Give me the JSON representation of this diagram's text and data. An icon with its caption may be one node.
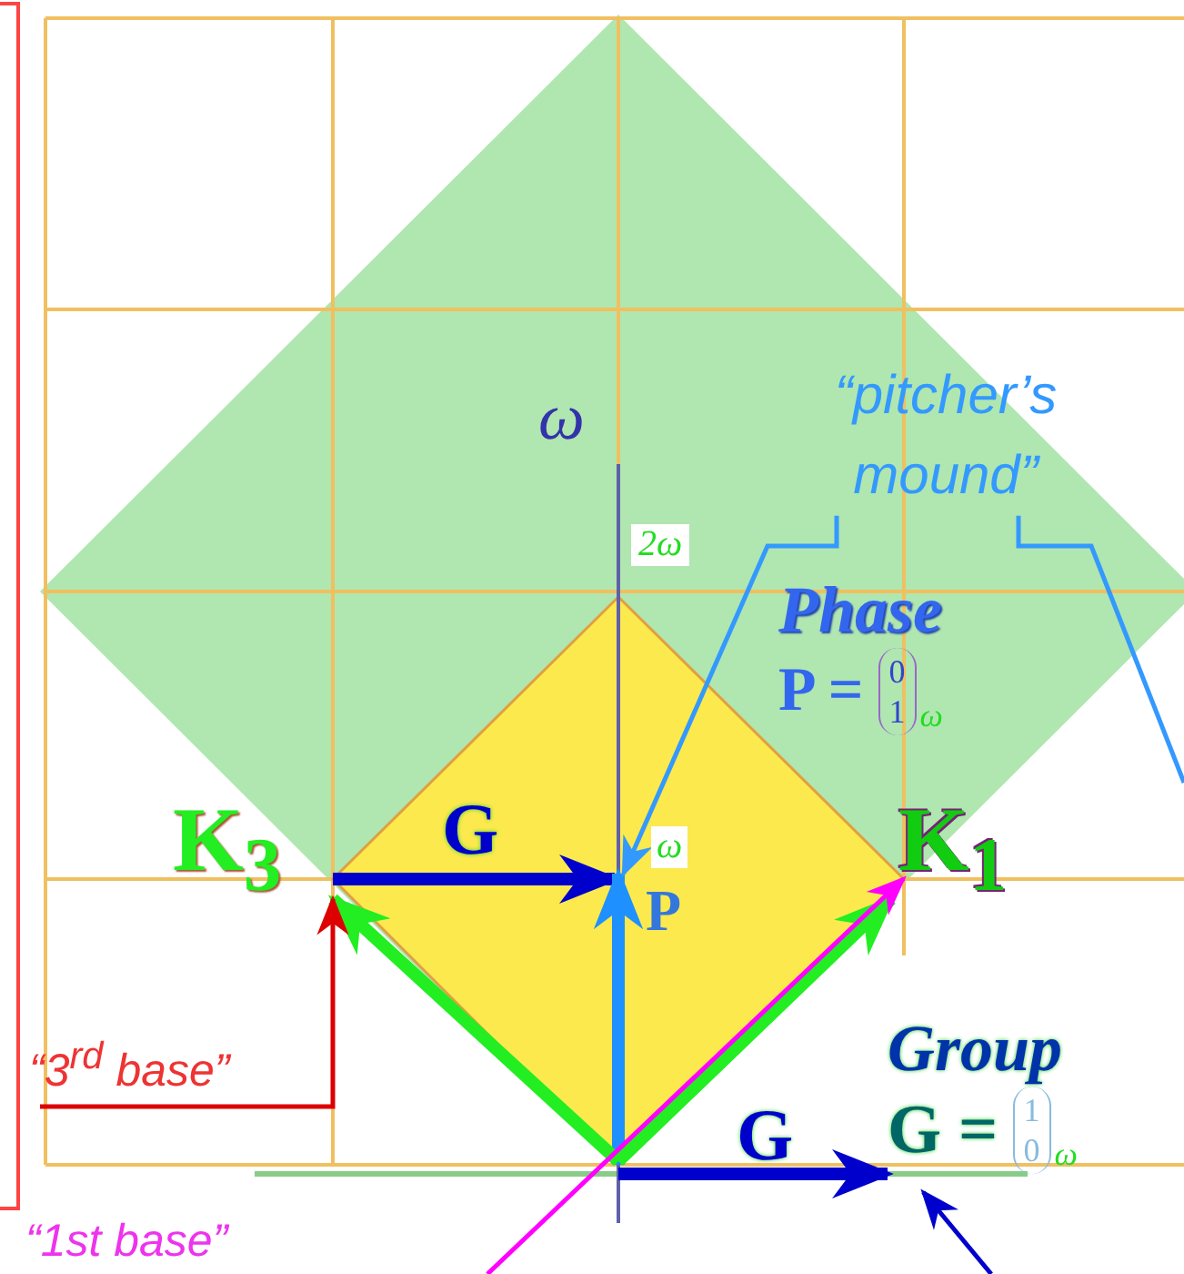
{
  "diagram": {
    "nodes": [
      {
        "text": [
          "K$_{3}$"
        ]
      },
      {
        "text": [
          "K$_{1}$"
        ]
      },
      {
        "text": [
          "P"
        ]
      },
      {
        "text": [
          "“pitcher’s mound”"
        ]
      },
      {
        "text": [
          "Phase",
          "P =",
          "0",
          "1",
          "ω"
        ]
      },
      {
        "text": [
          "Group",
          "G =",
          "1",
          "0",
          "ω"
        ]
      },
      {
        "text": [
          "“3$^{rd}$ base”"
        ]
      }
    ],
    "edges": [
      {
        "from": 0,
        "to": 2,
        "arrow": "to",
        "label": "G",
        "style": "thick",
        "color": "#0000cc"
      },
      {
        "from": null,
        "to": 2,
        "arrow": "to",
        "style": "thick",
        "color": "#1e90ff"
      },
      {
        "from": null,
        "to": 0,
        "arrow": "to",
        "style": "thick",
        "color": "#22ee22"
      },
      {
        "from": null,
        "to": 1,
        "arrow": "to",
        "style": "thick",
        "color": "#22ee22"
      },
      {
        "from": null,
        "to": 1,
        "arrow": "to",
        "color": "#ff00ff"
      },
      {
        "from": 6,
        "to": 0,
        "arrow": "to",
        "color": "#dd0000"
      },
      {
        "from": 3,
        "to": 2,
        "arrow": "to",
        "color": "#3399ff"
      },
      {
        "from": 3,
        "to": null,
        "arrow": "none",
        "color": "#3399ff"
      },
      {
        "from": null,
        "to": 5,
        "arrow": "to",
        "label": "G",
        "style": "thick",
        "color": "#0000cc"
      },
      {
        "from": null,
        "to": 5,
        "arrow": "to",
        "color": "#0000cc"
      }
    ],
    "labels": [
      "ω",
      "2ω",
      "ω",
      "“1st base”"
    ]
  }
}
